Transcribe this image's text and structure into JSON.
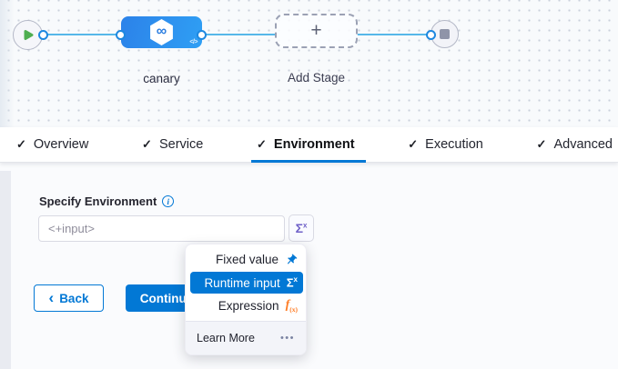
{
  "canvas": {
    "stage_label": "canary",
    "add_stage_label": "Add Stage",
    "plus_glyph": "+",
    "stage_icon_glyph": "∞",
    "code_icon_glyph": "</>"
  },
  "tabs": {
    "check_glyph": "✓",
    "items": [
      {
        "label": "Overview",
        "selected": false
      },
      {
        "label": "Service",
        "selected": false
      },
      {
        "label": "Environment",
        "selected": true
      },
      {
        "label": "Execution",
        "selected": false
      },
      {
        "label": "Advanced",
        "selected": false
      }
    ]
  },
  "form": {
    "label": "Specify Environment",
    "info_glyph": "i",
    "input_value": "<+input>",
    "sigma_glyph": "Σ",
    "sigma_sup": "x"
  },
  "actions": {
    "back_chevron": "‹",
    "back_label": "Back",
    "continue_label": "Continue"
  },
  "dropdown": {
    "items": [
      {
        "label": "Fixed value",
        "icon": "pin-icon",
        "selected": false
      },
      {
        "label": "Runtime input",
        "icon": "sigma-icon",
        "selected": true
      },
      {
        "label": "Expression",
        "icon": "fx-icon",
        "selected": false
      }
    ],
    "sigma_glyph": "Σ",
    "sigma_sup": "x",
    "fx_glyph": "f",
    "fx_sub": "(x)",
    "footer": {
      "learn_more_label": "Learn More",
      "menu_dots": "•••"
    }
  },
  "colors": {
    "primary_blue": "#0278d5",
    "stage_node_blue": "#2e8cf0",
    "link_blue": "#56b7e9",
    "connector_ring_blue": "#1d88e0",
    "expression_orange": "#ff7d26",
    "runtime_input_purple": "#6f61c8",
    "play_green": "#4fae50"
  }
}
